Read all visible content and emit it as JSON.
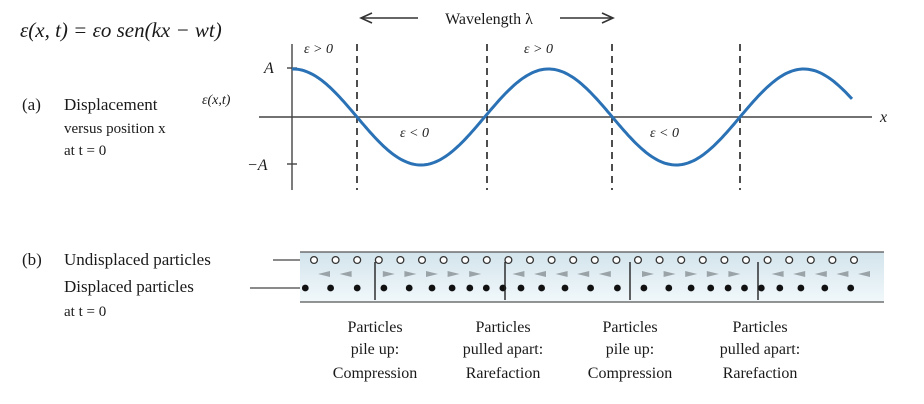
{
  "equation": {
    "text": "ε(x, t) = εo sen(kx − wt)"
  },
  "wavelength_label": "Wavelength λ",
  "panel_a": {
    "tag": "(a)",
    "title_line1": "Displacement",
    "title_y_symbol": "ε(x,t)",
    "title_line2": "versus position x",
    "title_line3": "at t = 0",
    "amp_pos_label": "A",
    "amp_neg_label": "−A",
    "x_axis_label": "x",
    "sign_labels": [
      "ε > 0",
      "ε > 0",
      "ε < 0",
      "ε < 0"
    ]
  },
  "panel_b": {
    "tag": "(b)",
    "undisplaced_label": "Undisplaced particles",
    "displaced_label_line1": "Displaced particles",
    "displaced_label_line2": "at t = 0"
  },
  "captions": [
    {
      "line1": "Particles",
      "line2": "pile up:",
      "line3": "Compression"
    },
    {
      "line1": "Particles",
      "line2": "pulled apart:",
      "line3": "Rarefaction"
    },
    {
      "line1": "Particles",
      "line2": "pile up:",
      "line3": "Compression"
    },
    {
      "line1": "Particles",
      "line2": "pulled apart:",
      "line3": "Rarefaction"
    }
  ],
  "colors": {
    "wave": "#2a72b5",
    "tube_top": "#d6e6ee",
    "tube_bottom": "#eef6fa",
    "axis": "#333333"
  }
}
